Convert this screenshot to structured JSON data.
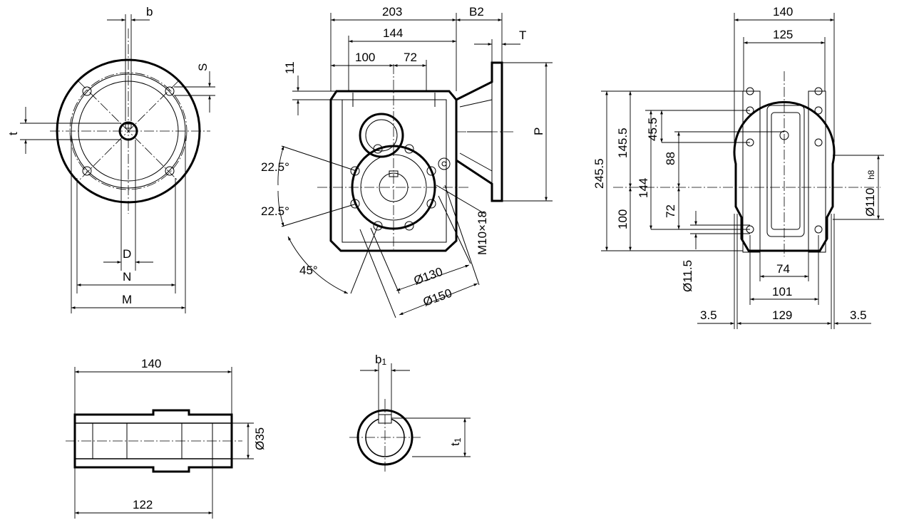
{
  "labels": {
    "front_b": "b",
    "front_s": "S",
    "front_t": "t",
    "front_D": "D",
    "front_N": "N",
    "front_M": "M",
    "side_203": "203",
    "side_B2": "B2",
    "side_144": "144",
    "side_T": "T",
    "side_100": "100",
    "side_72": "72",
    "side_11": "11",
    "side_P": "P",
    "side_ang1": "22.5°",
    "side_ang2": "22.5°",
    "side_ang3": "45°",
    "side_m10": "M10×18",
    "side_d130": "Ø130",
    "side_d150": "Ø150",
    "right_140": "140",
    "right_125": "125",
    "right_2455": "245.5",
    "right_1455": "145.5",
    "right_455": "45.5",
    "right_88": "88",
    "right_144": "144",
    "right_100": "100",
    "right_72": "72",
    "right_d110": "Ø110",
    "right_h8": "h8",
    "right_d115": "Ø11.5",
    "right_74": "74",
    "right_101": "101",
    "right_129": "129",
    "right_35a": "3.5",
    "right_35b": "3.5",
    "shaft_140": "140",
    "shaft_122": "122",
    "shaft_d35": "Ø35",
    "sec_b": "b",
    "sec_b_sub": "1",
    "sec_t": "t",
    "sec_t_sub": "1"
  }
}
